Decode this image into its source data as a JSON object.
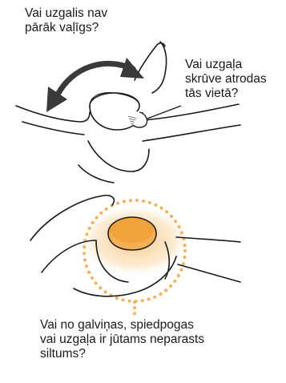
{
  "labels": {
    "crown_loose": [
      "Vai uzgalis nav",
      "pārāk vaļīgs?"
    ],
    "screw_in_place": [
      "Vai uzgaļa",
      "skrūve atrodas",
      "tās vietā?"
    ],
    "heat_check": [
      "Vai no galviņas, spiedpogas",
      "vai uzgaļa ir jūtams neparasts",
      "siltums?"
    ]
  },
  "colors": {
    "line": "#1a1a1a",
    "arrow": "#3a3a3a",
    "warm_button": "#f2a23c",
    "glow": "#f7c27a",
    "dots": "#f3b25a"
  },
  "icons": {
    "top": "watch-crown-turn-illustration",
    "bottom": "finger-warm-button-illustration"
  }
}
